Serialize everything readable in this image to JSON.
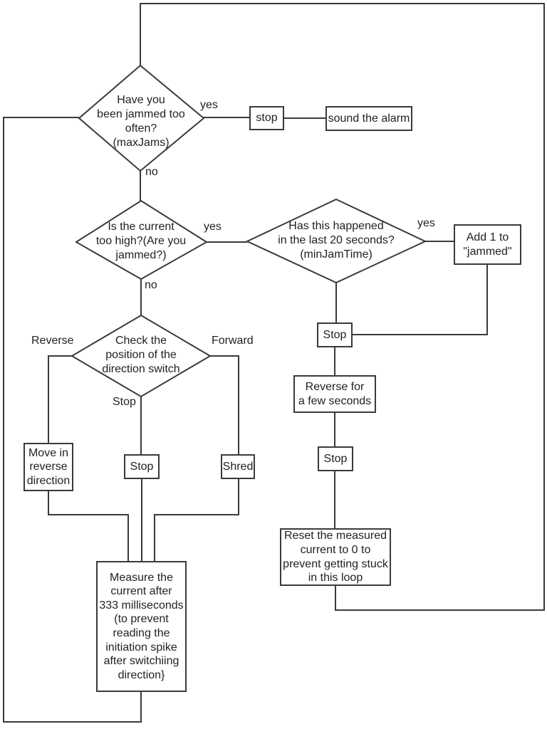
{
  "flowchart": {
    "colors": {
      "line": "#3a3a3a",
      "text": "#222222",
      "background": "#ffffff"
    },
    "decisions": {
      "max_jams": "Have you\nbeen jammed too\noften?\n(maxJams)",
      "current_too_high": "Is the current\ntoo high?(Are you\njammed?)",
      "min_jam_time": "Has this happened\nin the last 20 seconds?\n(minJamTime)",
      "direction_switch": "Check the\nposition of the\ndirection switch"
    },
    "nodes": {
      "stop_alarm": "stop",
      "sound_alarm": "sound the alarm",
      "add_jammed": "Add 1 to\n\"jammed\"",
      "stop_after_jam": "Stop",
      "reverse_seconds": "Reverse for\na few seconds",
      "stop_after_reverse": "Stop",
      "reset_current": "Reset the measured\ncurrent to 0 to\nprevent getting stuck\nin this loop",
      "move_reverse": "Move in\nreverse\ndirection",
      "stop_switch": "Stop",
      "shred": "Shred",
      "measure_current": "Measure the\ncurrent after\n333 milliseconds\n(to prevent\nreading the\ninitiation spike\nafter switchiing\ndirection}"
    },
    "edge_labels": {
      "max_jams_yes": "yes",
      "max_jams_no": "no",
      "current_yes": "yes",
      "current_no": "no",
      "min_jam_yes": "yes",
      "switch_reverse": "Reverse",
      "switch_forward": "Forward",
      "switch_stop": "Stop"
    }
  }
}
